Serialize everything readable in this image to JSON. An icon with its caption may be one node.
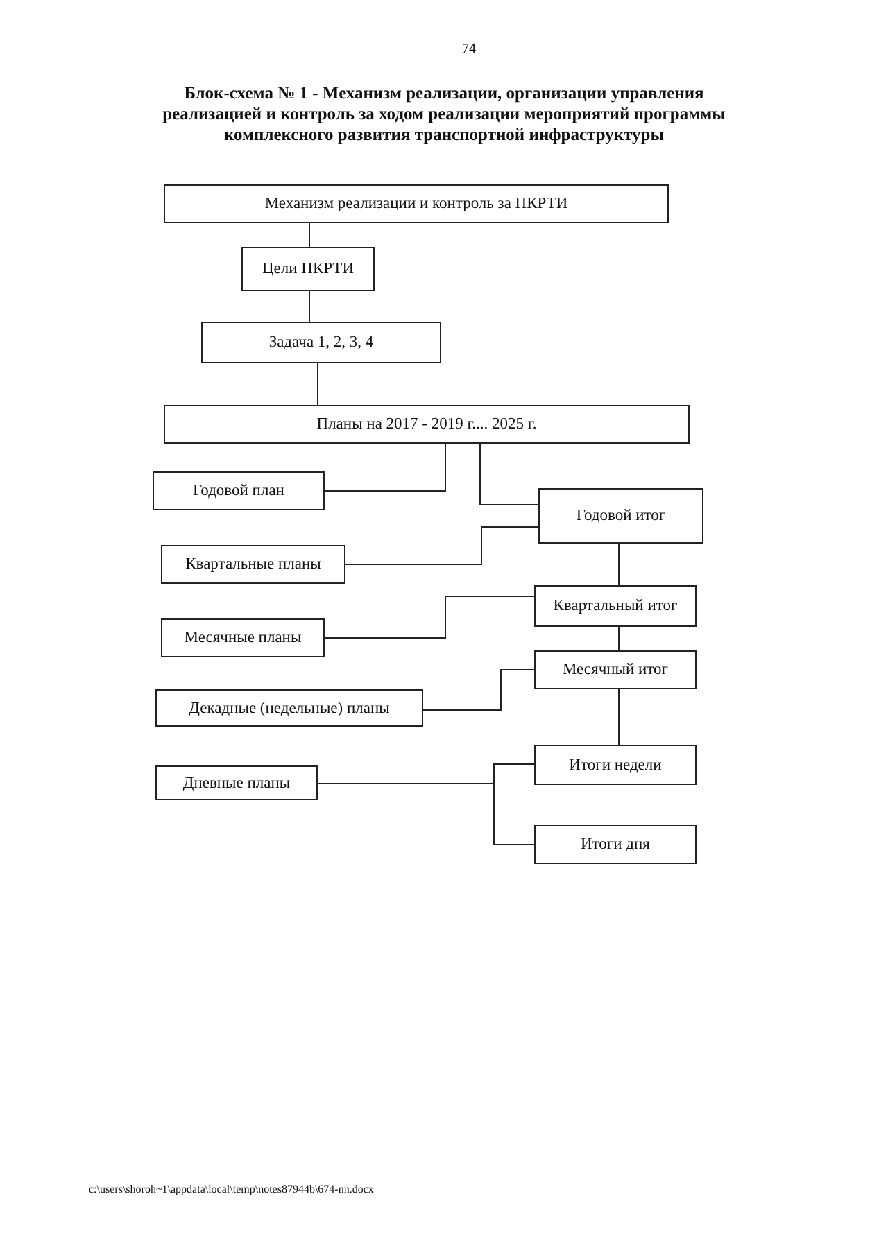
{
  "diagram": {
    "title": "Блок-схема № 1 - Механизм реализации, организации управления реализацией и контроль за ходом реализации мероприятий программы комплексного развития транспортной инфраструктуры",
    "nodes": [
      {
        "text": [
          "Механизм реализации и контроль за ПКРТИ"
        ]
      },
      {
        "text": [
          "Цели ПКРТИ"
        ]
      },
      {
        "text": [
          "Задача 1, 2, 3, 4"
        ]
      },
      {
        "text": [
          "Планы на 2017 - 2019 г.... 2025 г."
        ]
      },
      {
        "text": [
          "Годовой план"
        ]
      },
      {
        "text": [
          "Годовой итог"
        ]
      },
      {
        "text": [
          "Квартальные планы"
        ]
      },
      {
        "text": [
          "Квартальный итог"
        ]
      },
      {
        "text": [
          "Месячные планы"
        ]
      },
      {
        "text": [
          "Месячный итог"
        ]
      },
      {
        "text": [
          "Декадные (недельные) планы"
        ]
      },
      {
        "text": [
          "Итоги недели"
        ]
      },
      {
        "text": [
          "Дневные планы"
        ]
      },
      {
        "text": [
          "Итоги дня"
        ]
      }
    ],
    "edges": [
      {
        "from": 0,
        "to": 1,
        "arrow": "none"
      },
      {
        "from": 1,
        "to": 2,
        "arrow": "none"
      },
      {
        "from": 2,
        "to": 3,
        "arrow": "none"
      },
      {
        "from": 3,
        "to": 4,
        "arrow": "none"
      },
      {
        "from": 3,
        "to": 5,
        "arrow": "none"
      },
      {
        "from": 6,
        "to": 5,
        "arrow": "none"
      },
      {
        "from": 5,
        "to": 7,
        "arrow": "none"
      },
      {
        "from": 8,
        "to": 7,
        "arrow": "none"
      },
      {
        "from": 7,
        "to": 9,
        "arrow": "none"
      },
      {
        "from": 10,
        "to": 9,
        "arrow": "none"
      },
      {
        "from": 9,
        "to": 11,
        "arrow": "none"
      },
      {
        "from": 12,
        "to": 11,
        "arrow": "none"
      },
      {
        "from": 12,
        "to": 13,
        "arrow": "none"
      }
    ],
    "labels": [
      "74",
      "c:\\users\\shoroh~1\\appdata\\local\\temp\\notes87944b\\674-nn.docx"
    ]
  }
}
